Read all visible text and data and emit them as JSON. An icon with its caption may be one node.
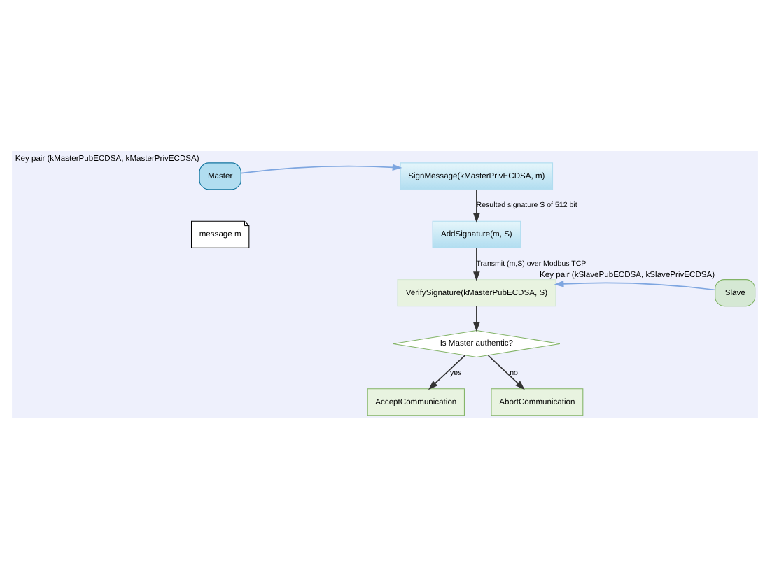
{
  "diagram": {
    "nodes": [
      {
        "text": [
          "Master"
        ],
        "beside": [
          "Key pair (kMasterPubECDSA, kMasterPrivECDSA)"
        ]
      },
      {
        "text": [
          "message m"
        ]
      },
      {
        "text": [
          "SignMessage(kMasterPrivECDSA, m)"
        ]
      },
      {
        "text": [
          "AddSignature(m, S)"
        ]
      },
      {
        "text": [
          "VerifySignature(kMasterPubECDSA, S)"
        ]
      },
      {
        "text": [
          "Slave"
        ],
        "beside": [
          "Key pair (kSlavePubECDSA, kSlavePrivECDSA)"
        ]
      },
      {
        "text": [
          "Is Master authentic?"
        ]
      },
      {
        "text": [
          "AcceptCommunication"
        ]
      },
      {
        "text": [
          "AbortCommunication"
        ]
      }
    ],
    "edges": [
      {
        "from": 0,
        "to": 2,
        "arrow": "to",
        "color": "#7ea6e0"
      },
      {
        "from": 2,
        "to": 3,
        "arrow": "to",
        "label": "Resulted signature S of 512 bit"
      },
      {
        "from": 3,
        "to": 4,
        "arrow": "to",
        "label": "Transmit (m,S) over Modbus TCP"
      },
      {
        "from": 5,
        "to": 4,
        "arrow": "to",
        "color": "#7ea6e0"
      },
      {
        "from": 4,
        "to": 6,
        "arrow": "to"
      },
      {
        "from": 6,
        "to": 7,
        "arrow": "to",
        "label": "yes"
      },
      {
        "from": 6,
        "to": 8,
        "arrow": "to",
        "label": "no"
      }
    ]
  }
}
